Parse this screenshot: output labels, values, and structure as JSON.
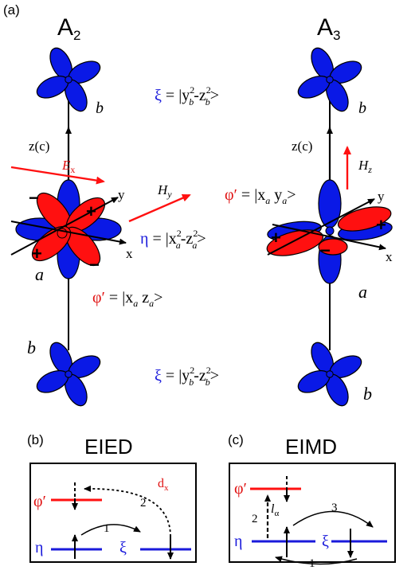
{
  "panel_a": {
    "label": "(a)",
    "left": {
      "title": "A",
      "title_sub": "2",
      "axis_z": "z(c)",
      "axis_y": "y",
      "axis_x": "x",
      "field_E": "E",
      "field_E_sub": "x",
      "field_H": "H",
      "field_H_sub": "y",
      "site_top": "b",
      "site_mid": "a",
      "site_bot": "b",
      "lobe_signs": [
        "−",
        "+",
        "+",
        "−"
      ]
    },
    "right": {
      "title": "A",
      "title_sub": "3",
      "axis_z": "z(c)",
      "axis_y": "y",
      "axis_x": "x",
      "field_H": "H",
      "field_H_sub": "z",
      "site_top": "b",
      "site_mid": "a",
      "site_bot": "b",
      "lobe_signs": [
        "+",
        "−",
        "+"
      ]
    },
    "states": {
      "xi_top": {
        "symbol": "ξ",
        "eq": " = |y",
        "sup1": "2",
        "sub1": "b",
        "mid": "-z",
        "sup2": "2",
        "sub2": "b",
        "close": ">"
      },
      "phi_right": {
        "symbol": "φ′",
        "eq": " = |x",
        "sub1": "a",
        "mid": " y",
        "sub2": "a",
        "close": ">"
      },
      "eta": {
        "symbol": "η",
        "eq": " = |x",
        "sup1": "2",
        "sub1": "a",
        "mid": "-z",
        "sup2": "2",
        "sub2": "a",
        "close": ">"
      },
      "phi_left": {
        "symbol": "φ′",
        "eq": " = |x",
        "sub1": "a",
        "mid": " z",
        "sub2": "a",
        "close": ">"
      },
      "xi_bot": {
        "symbol": "ξ",
        "eq": " = |y",
        "sup1": "2",
        "sub1": "b",
        "mid": "-z",
        "sup2": "2",
        "sub2": "b",
        "close": ">"
      }
    }
  },
  "panel_b": {
    "label": "(b)",
    "title": "EIED",
    "phi": "φ′",
    "eta": "η",
    "xi": "ξ",
    "d": "d",
    "d_sub": "x",
    "step1": "1",
    "step2": "2"
  },
  "panel_c": {
    "label": "(c)",
    "title": "EIMD",
    "phi": "φ′",
    "eta": "η",
    "xi": "ξ",
    "l": "l",
    "l_sub": "α",
    "step1": "1",
    "step2": "2",
    "step3": "3"
  },
  "colors": {
    "orbital_blue": "#0a19e6",
    "orbital_red": "#ff1010",
    "ink": "#000000",
    "label_blue": "#1a1adb",
    "label_red": "#e01010"
  }
}
